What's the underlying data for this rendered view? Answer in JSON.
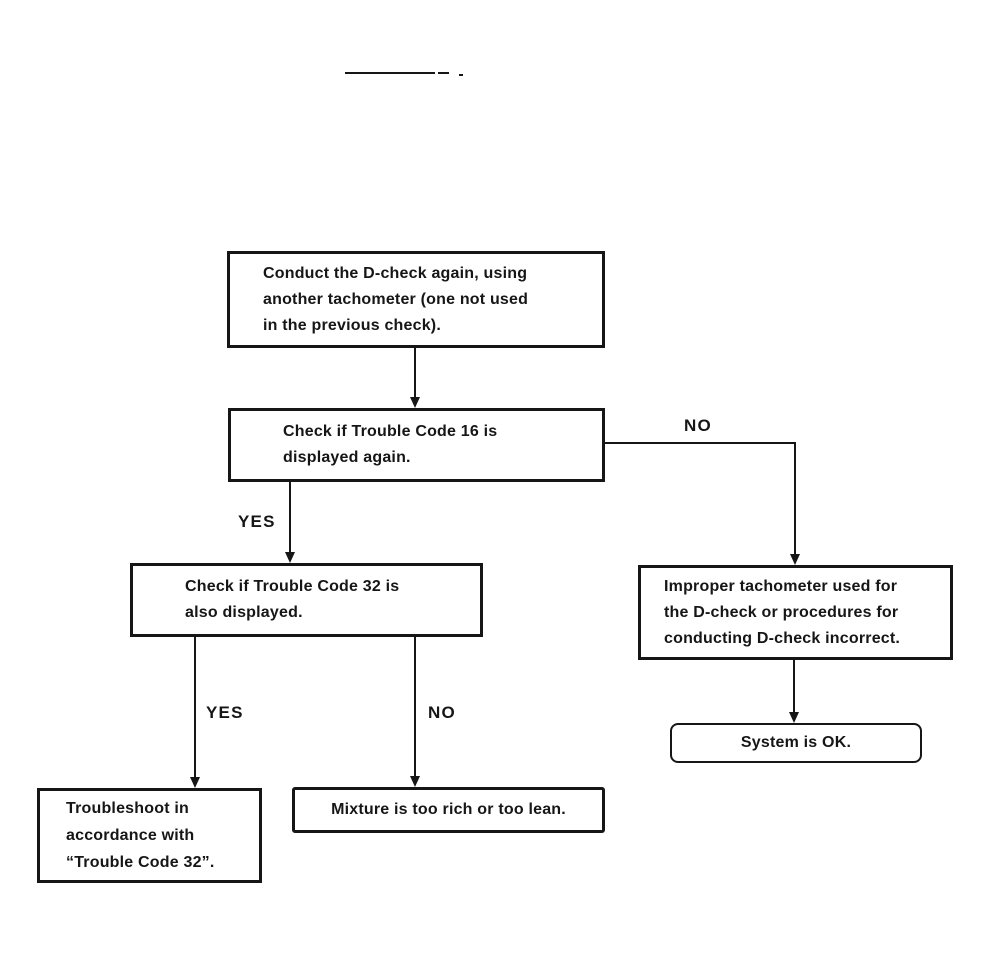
{
  "page": {
    "background": "#ffffff",
    "ink": "#161616"
  },
  "flowchart": {
    "nodes": {
      "conduct": {
        "lines": [
          "Conduct the D-check again, using",
          "another tachometer (one not used",
          "in the previous check)."
        ]
      },
      "check16": {
        "lines": [
          "Check if Trouble Code 16 is",
          "displayed again."
        ]
      },
      "check32": {
        "lines": [
          "Check if Trouble Code 32 is",
          "also displayed."
        ]
      },
      "troubleshoot": {
        "lines": [
          "Troubleshoot in",
          "accordance with",
          "“Trouble Code 32”."
        ]
      },
      "mixture": {
        "lines": [
          "Mixture is too rich or too lean."
        ]
      },
      "improper": {
        "lines": [
          "Improper tachometer used for",
          "the D-check or procedures for",
          "conducting D-check incorrect."
        ]
      },
      "systemok": {
        "lines": [
          "System is OK."
        ]
      }
    },
    "branch_labels": {
      "no_check16": "NO",
      "yes_check16": "YES",
      "yes_check32": "YES",
      "no_check32": "NO"
    }
  }
}
